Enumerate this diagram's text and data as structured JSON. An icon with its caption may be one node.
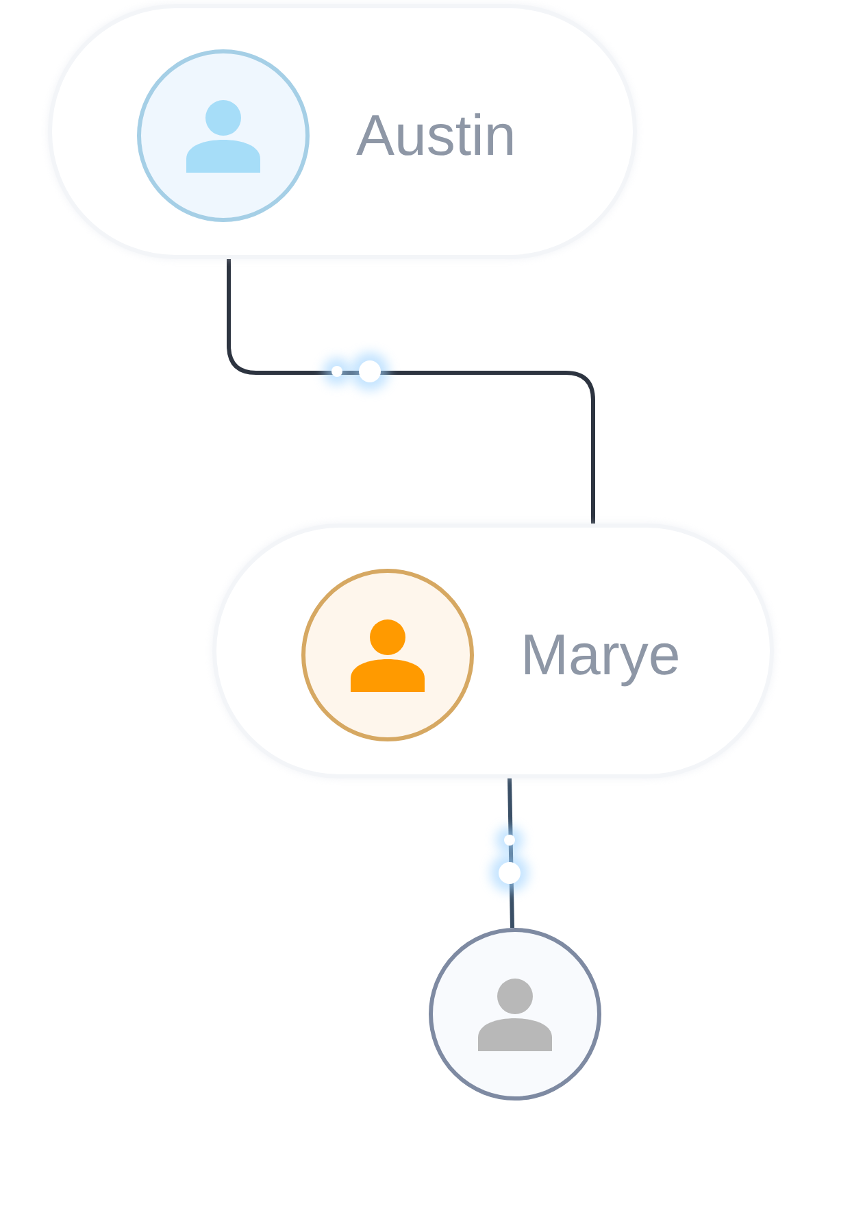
{
  "diagram": {
    "nodes": [
      {
        "text": [
          "Austin"
        ]
      },
      {
        "text": [],
        "shape": "circle",
        "in": 0
      },
      {
        "text": [
          "Marye"
        ]
      },
      {
        "text": [],
        "shape": "circle",
        "in": 2
      },
      {
        "text": [],
        "shape": "circle"
      }
    ],
    "edges": [
      {
        "from": 0,
        "to": 2,
        "arrow": "none"
      },
      {
        "from": 2,
        "to": 4,
        "arrow": "none"
      }
    ]
  }
}
